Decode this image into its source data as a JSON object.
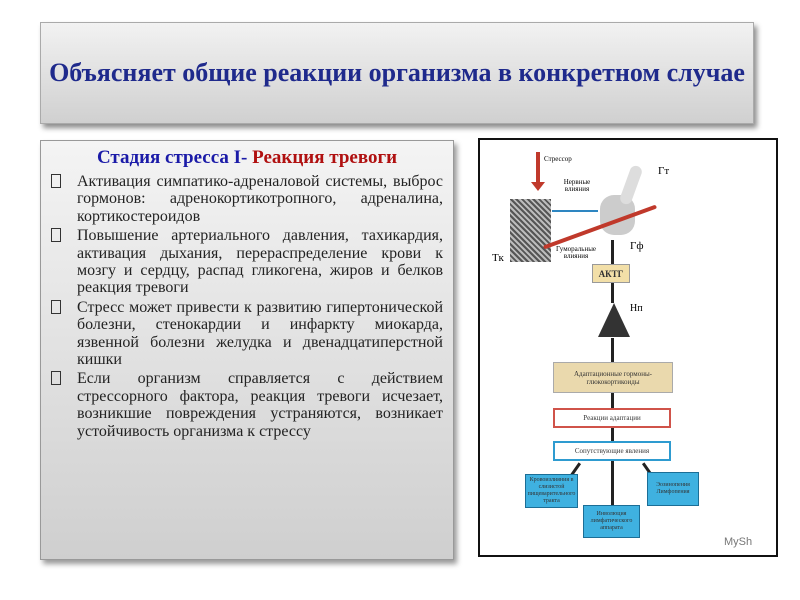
{
  "title": "Объясняет общие реакции организма в конкретном случае",
  "stage": {
    "prefix": "Стадия стресса I-",
    "name": "Реакция тревоги"
  },
  "bullets": [
    "Активация симпатико-адреналовой системы, выброс гормонов: адренокортикотропного, адреналина, кортикостероидов",
    "Повышение артериального давления, тахикардия, активация дыхания, перераспределение крови к мозгу и сердцу, распад гликогена, жиров и белков реакция тревоги",
    "Стресс может привести к развитию гипертонической болезни, стенокардии и инфаркту миокарда, язвенной болезни желудка и двенадцатиперстной кишки",
    "Если организм справляется с действием стрессорного фактора, реакция тревоги исчезает, возникшие повреждения устраняются, возникает устойчивость организма к стрессу"
  ],
  "diagram": {
    "stressor": "Стрессор",
    "nervous": "Нервные влияния",
    "humoral": "Гуморальные влияния",
    "tk": "Тк",
    "gt": "Гт",
    "gf": "Гф",
    "actg": "АКТГ",
    "np": "Нп",
    "hormones": "Адаптационные гормоны-глюкокортикоиды",
    "adaptation": "Реакции адаптации",
    "side": "Сопутствующие явления",
    "out1": "Кровоизлияния в слизистой пищеварительного тракта",
    "out2": "Инволюция лимфатического аппарата",
    "out3": "Эозинопения Лимфопения",
    "watermark": "MySh"
  }
}
